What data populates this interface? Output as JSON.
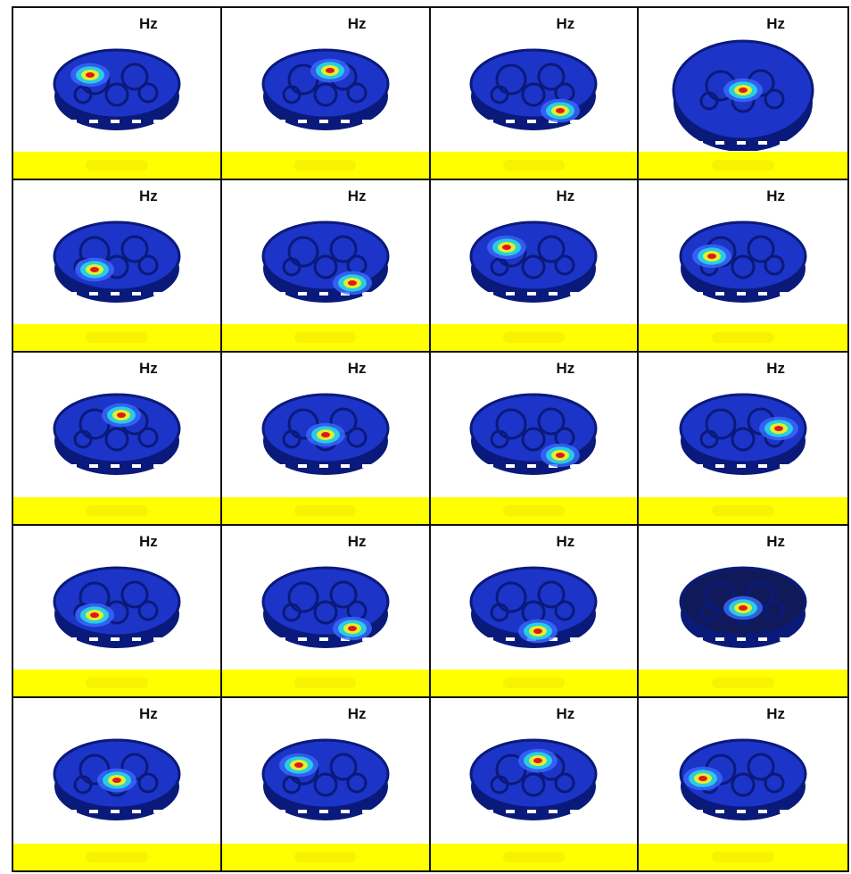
{
  "modes": [
    {
      "unit": "Hz",
      "hotspot": "top-left",
      "tilt": "normal"
    },
    {
      "unit": "Hz",
      "hotspot": "top-center",
      "tilt": "normal"
    },
    {
      "unit": "Hz",
      "hotspot": "bottom-right",
      "tilt": "normal"
    },
    {
      "unit": "Hz",
      "hotspot": "center",
      "tilt": "tilted"
    },
    {
      "unit": "Hz",
      "hotspot": "center-left",
      "tilt": "skewed"
    },
    {
      "unit": "Hz",
      "hotspot": "bottom-right",
      "tilt": "normal"
    },
    {
      "unit": "Hz",
      "hotspot": "top-left",
      "tilt": "normal"
    },
    {
      "unit": "Hz",
      "hotspot": "left-and-bottom",
      "tilt": "normal"
    },
    {
      "unit": "Hz",
      "hotspot": "top-center",
      "tilt": "normal"
    },
    {
      "unit": "Hz",
      "hotspot": "center",
      "tilt": "normal"
    },
    {
      "unit": "Hz",
      "hotspot": "bottom-right",
      "tilt": "normal"
    },
    {
      "unit": "Hz",
      "hotspot": "right",
      "tilt": "flat"
    },
    {
      "unit": "Hz",
      "hotspot": "center-left",
      "tilt": "normal"
    },
    {
      "unit": "Hz",
      "hotspot": "bottom-right",
      "tilt": "normal"
    },
    {
      "unit": "Hz",
      "hotspot": "bottom-center",
      "tilt": "normal"
    },
    {
      "unit": "Hz",
      "hotspot": "center",
      "tilt": "dark"
    },
    {
      "unit": "Hz",
      "hotspot": "center",
      "tilt": "normal"
    },
    {
      "unit": "Hz",
      "hotspot": "top-left",
      "tilt": "normal"
    },
    {
      "unit": "Hz",
      "hotspot": "top-center",
      "tilt": "normal"
    },
    {
      "unit": "Hz",
      "hotspot": "left",
      "tilt": "normal"
    }
  ],
  "colors": {
    "band": "#ffff00",
    "model_dark": "#0a1a7a",
    "model_mid": "#1d34c8",
    "model_light": "#3b6cff",
    "hot_red": "#e01818",
    "hot_yellow": "#f6f21a",
    "hot_cyan": "#27e0e0"
  }
}
